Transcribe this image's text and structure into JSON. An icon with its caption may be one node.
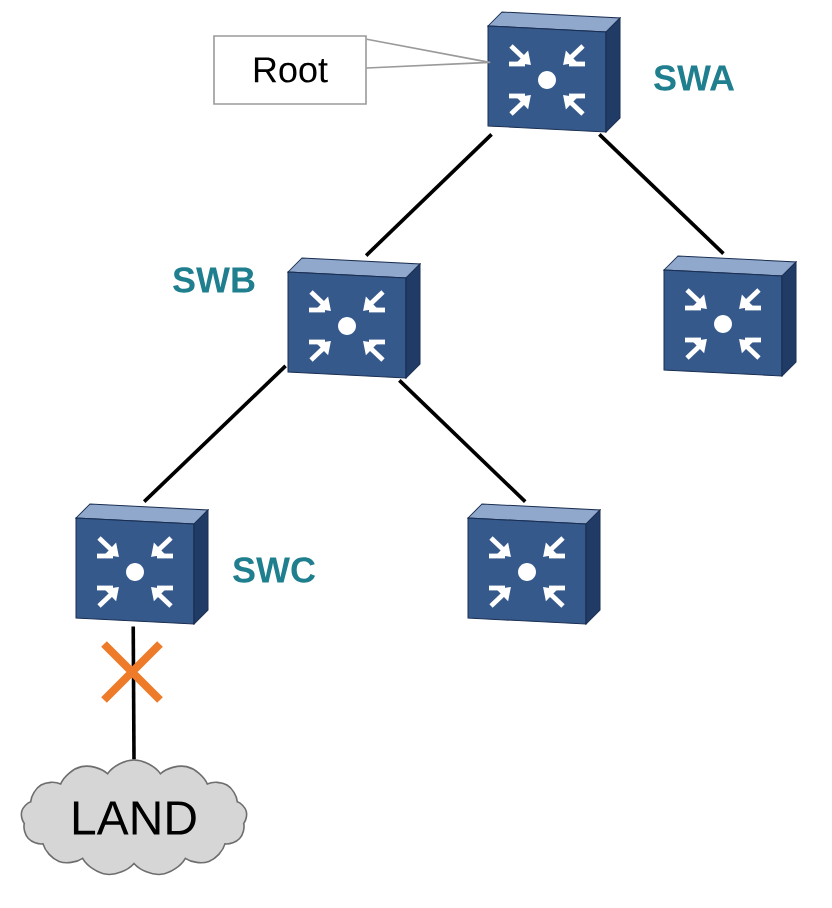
{
  "diagram": {
    "nodes": [
      {
        "text": [
          "Root"
        ]
      },
      {
        "text": [],
        "shape": "picture",
        "beside": [
          "SWA"
        ]
      },
      {
        "text": [],
        "shape": "picture",
        "beside": [
          "SWB"
        ]
      },
      {
        "text": [],
        "shape": "picture"
      },
      {
        "text": [],
        "shape": "picture",
        "beside": [
          "SWC"
        ]
      },
      {
        "text": [],
        "shape": "picture"
      },
      {
        "text": [
          "LAND"
        ]
      }
    ],
    "edges": [
      {
        "from": 0,
        "to": 1,
        "arrow": "none",
        "color": "#9a9a9a"
      },
      {
        "from": 1,
        "to": 2,
        "arrow": "none"
      },
      {
        "from": 1,
        "to": 3,
        "arrow": "none"
      },
      {
        "from": 2,
        "to": 4,
        "arrow": "none"
      },
      {
        "from": 2,
        "to": 5,
        "arrow": "none"
      },
      {
        "from": 4,
        "to": 6,
        "arrow": "none"
      }
    ]
  }
}
